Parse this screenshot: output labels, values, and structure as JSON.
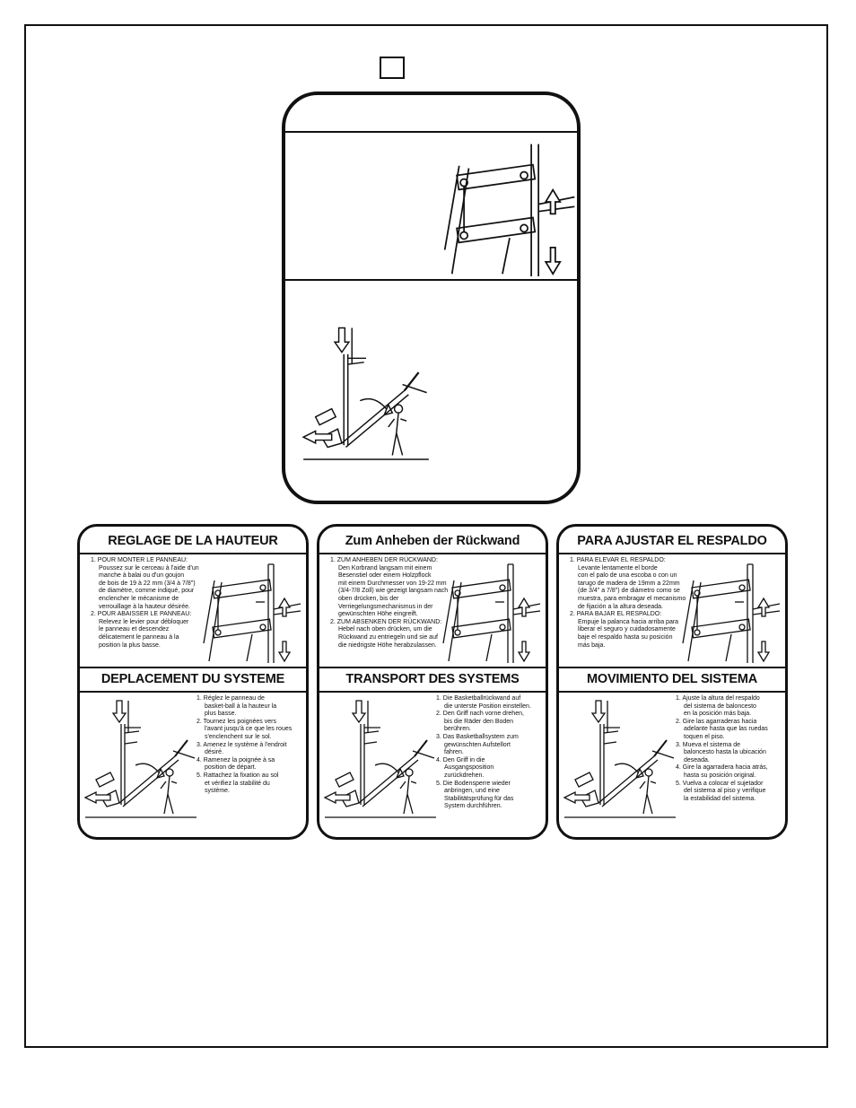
{
  "labels": [
    {
      "title_height": "REGLAGE DE LA HAUTEUR",
      "height_steps": [
        {
          "text": "1. POUR MONTER LE PANNEAU:",
          "indent": false
        },
        {
          "text": "Poussez sur le cerceau à l'aide d'un",
          "indent": true
        },
        {
          "text": "manche à balai ou d'un goujon",
          "indent": true
        },
        {
          "text": "de bois de 19 à 22 mm (3/4 à 7/8\")",
          "indent": true
        },
        {
          "text": "de diamètre, comme indiqué, pour",
          "indent": true
        },
        {
          "text": "enclencher le mécanisme de",
          "indent": true
        },
        {
          "text": "verrouillage à la hauteur désirée.",
          "indent": true
        },
        {
          "text": "2. POUR ABAISSER LE PANNEAU:",
          "indent": false
        },
        {
          "text": "Relevez le levier pour débloquer",
          "indent": true
        },
        {
          "text": "le panneau et descendez",
          "indent": true
        },
        {
          "text": "délicatement le panneau à la",
          "indent": true
        },
        {
          "text": "position la plus basse.",
          "indent": true
        }
      ],
      "title_move": "DEPLACEMENT DU SYSTEME",
      "move_steps": [
        {
          "text": "1. Réglez le panneau de",
          "indent": false
        },
        {
          "text": "basket-ball à la hauteur la",
          "indent": true
        },
        {
          "text": "plus basse.",
          "indent": true
        },
        {
          "text": "2. Tournez les poignées vers",
          "indent": false
        },
        {
          "text": "l'avant jusqu'à ce que les roues",
          "indent": true
        },
        {
          "text": "s'enclenchent sur le sol.",
          "indent": true
        },
        {
          "text": "3. Amenez le système à l'endroit",
          "indent": false
        },
        {
          "text": "désiré.",
          "indent": true
        },
        {
          "text": "4. Ramenez la poignée à sa",
          "indent": false
        },
        {
          "text": "position de départ.",
          "indent": true
        },
        {
          "text": "5. Rattachez la fixation au sol",
          "indent": false
        },
        {
          "text": "et vérifiez la stabilité du",
          "indent": true
        },
        {
          "text": "système.",
          "indent": true
        }
      ]
    },
    {
      "title_height": "Zum Anheben der Rückwand",
      "height_steps": [
        {
          "text": "1. ZUM ANHEBEN DER RÜCKWAND:",
          "indent": false
        },
        {
          "text": "Den Korbrand langsam mit einem",
          "indent": true
        },
        {
          "text": "Besenstiel oder einem Holzpflock",
          "indent": true
        },
        {
          "text": "mit einem Durchmesser von 19-22 mm",
          "indent": true
        },
        {
          "text": "(3/4-7/8 Zoll) wie gezeigt langsam nach",
          "indent": true
        },
        {
          "text": "oben drücken, bis der",
          "indent": true
        },
        {
          "text": "Verriegelungsmechanismus in der",
          "indent": true
        },
        {
          "text": "gewünschten Höhe eingreift.",
          "indent": true
        },
        {
          "text": "2. ZUM ABSENKEN DER RÜCKWAND:",
          "indent": false
        },
        {
          "text": "Hebel nach oben drücken, um die",
          "indent": true
        },
        {
          "text": "Rückwand zu entriegeln und sie auf",
          "indent": true
        },
        {
          "text": "die niedrigste Höhe herabzulassen.",
          "indent": true
        }
      ],
      "title_move": "TRANSPORT DES SYSTEMS",
      "move_steps": [
        {
          "text": "1. Die Basketballrückwand auf",
          "indent": false
        },
        {
          "text": "die unterste Position einstellen.",
          "indent": true
        },
        {
          "text": "2. Den Griff nach vorne drehen,",
          "indent": false
        },
        {
          "text": "bis die Räder den Boden",
          "indent": true
        },
        {
          "text": "berühren.",
          "indent": true
        },
        {
          "text": "3. Das Basketballsystem zum",
          "indent": false
        },
        {
          "text": "gewünschten Aufstellort",
          "indent": true
        },
        {
          "text": "fahren.",
          "indent": true
        },
        {
          "text": "4. Den Griff in die",
          "indent": false
        },
        {
          "text": "Ausgangsposition",
          "indent": true
        },
        {
          "text": "zurückdrehen.",
          "indent": true
        },
        {
          "text": "5. Die Bodensperre wieder",
          "indent": false
        },
        {
          "text": "anbringen, und eine",
          "indent": true
        },
        {
          "text": "Stabilitätsprüfung für das",
          "indent": true
        },
        {
          "text": "System durchführen.",
          "indent": true
        }
      ]
    },
    {
      "title_height": "PARA AJUSTAR EL RESPALDO",
      "height_steps": [
        {
          "text": "1. PARA ELEVAR EL RESPALDO:",
          "indent": false
        },
        {
          "text": "Levante lentamente el borde",
          "indent": true
        },
        {
          "text": "con el palo de una escoba o con un",
          "indent": true
        },
        {
          "text": "tarugo de madera de 19mm a 22mm",
          "indent": true
        },
        {
          "text": "(de 3/4\" a 7/8\") de diámetro como se",
          "indent": true
        },
        {
          "text": "muestra, para embragar el mecanismo",
          "indent": true
        },
        {
          "text": "de fijación a la altura deseada.",
          "indent": true
        },
        {
          "text": "2. PARA BAJAR EL RESPALDO:",
          "indent": false
        },
        {
          "text": "Empuje la palanca hacia arriba para",
          "indent": true
        },
        {
          "text": "liberar el seguro y cuidadosamente",
          "indent": true
        },
        {
          "text": "baje el respaldo hasta su posición",
          "indent": true
        },
        {
          "text": "más baja.",
          "indent": true
        }
      ],
      "title_move": "MOVIMIENTO DEL SISTEMA",
      "move_steps": [
        {
          "text": "1. Ajuste la altura del respaldo",
          "indent": false
        },
        {
          "text": "del sistema de baloncesto",
          "indent": true
        },
        {
          "text": "en la posición más baja.",
          "indent": true
        },
        {
          "text": "2. Gire las agarraderas hacia",
          "indent": false
        },
        {
          "text": "adelante hasta que las ruedas",
          "indent": true
        },
        {
          "text": "toquen el piso.",
          "indent": true
        },
        {
          "text": "3. Mueva el sistema de",
          "indent": false
        },
        {
          "text": "baloncesto hasta la ubicación",
          "indent": true
        },
        {
          "text": "deseada.",
          "indent": true
        },
        {
          "text": "4. Gire la agarradera hacia atrás,",
          "indent": false
        },
        {
          "text": "hasta su posición original.",
          "indent": true
        },
        {
          "text": "5. Vuelva a colocar el sujetador",
          "indent": false
        },
        {
          "text": "del sistema al piso y verifique",
          "indent": true
        },
        {
          "text": "la estabilidad del sistema.",
          "indent": true
        }
      ]
    }
  ],
  "icons": [
    "height-adjust-illustration",
    "system-move-illustration",
    "up-arrow-icon",
    "down-arrow-icon",
    "left-arrow-icon"
  ]
}
